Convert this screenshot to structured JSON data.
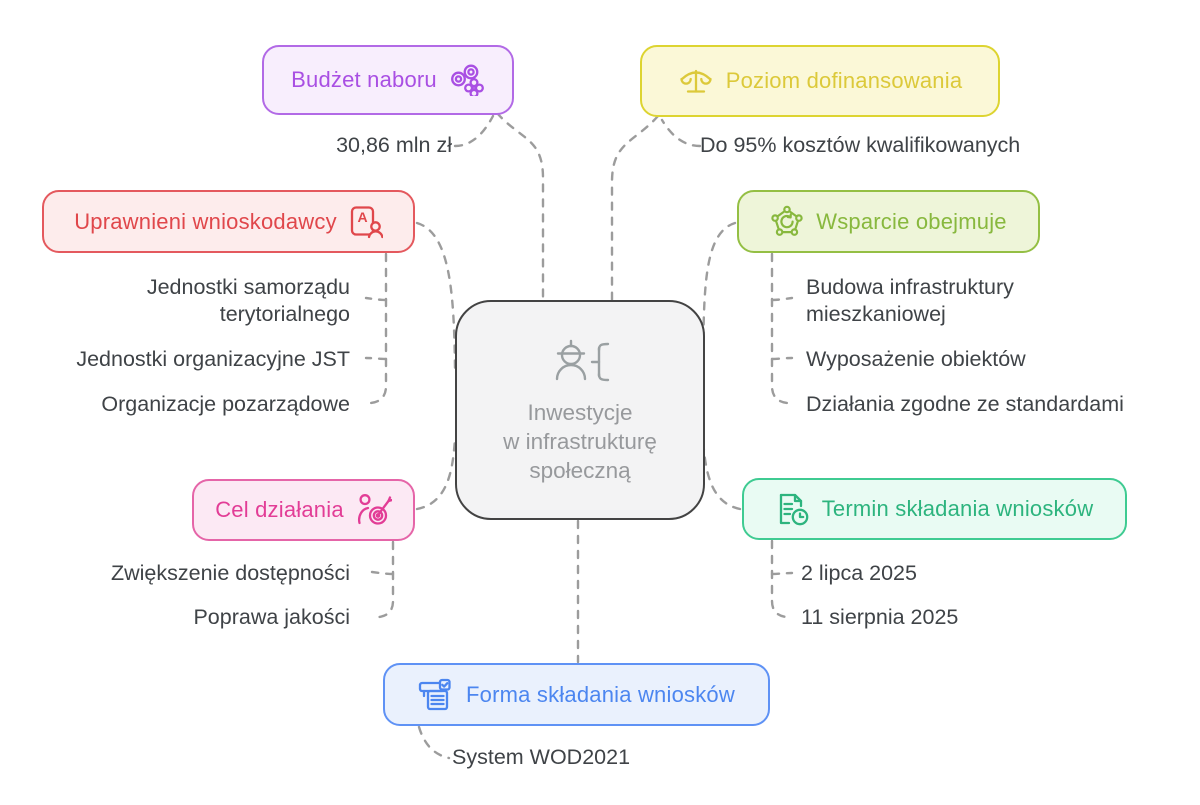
{
  "central": {
    "title": "Inwestycje\nw infrastrukturę\nspołeczną",
    "icon": "worker-icon"
  },
  "branches": {
    "budget": {
      "label": "Budżet naboru",
      "icon": "coins-icon",
      "value": "30,86 mln zł"
    },
    "cofinancing": {
      "label": "Poziom dofinansowania",
      "icon": "scale-icon",
      "value": "Do 95% kosztów kwalifikowanych"
    },
    "applicants": {
      "label": "Uprawnieni wnioskodawcy",
      "icon": "id-card-icon",
      "items": [
        "Jednostki samorządu\nterytorialnego",
        "Jednostki organizacyjne JST",
        "Organizacje pozarządowe"
      ]
    },
    "support": {
      "label": "Wsparcie obejmuje",
      "icon": "network-icon",
      "items": [
        "Budowa infrastruktury\nmieszkaniowej",
        "Wyposażenie obiektów",
        "Działania zgodne ze standardami"
      ]
    },
    "goal": {
      "label": "Cel działania",
      "icon": "person-target-icon",
      "items": [
        "Zwiększenie dostępności",
        "Poprawa jakości"
      ]
    },
    "deadline": {
      "label": "Termin składania wniosków",
      "icon": "document-clock-icon",
      "items": [
        "2 lipca 2025",
        "11 sierpnia 2025"
      ]
    },
    "form": {
      "label": "Forma składania wniosków",
      "icon": "form-icon",
      "value": "System WOD2021"
    }
  },
  "palette": {
    "budget": {
      "border": "#b26ae6",
      "bg": "#f8eefd",
      "text": "#a94fe3"
    },
    "cofinancing": {
      "border": "#ddd431",
      "bg": "#fbf8d7",
      "text": "#dcc93a"
    },
    "applicants": {
      "border": "#e4595e",
      "bg": "#fdecec",
      "text": "#e0474b"
    },
    "support": {
      "border": "#94bf44",
      "bg": "#eef5d9",
      "text": "#88b83e"
    },
    "goal": {
      "border": "#e565a8",
      "bg": "#fce9f4",
      "text": "#e23d96"
    },
    "deadline": {
      "border": "#3fcb92",
      "bg": "#e9fbf3",
      "text": "#2db47e"
    },
    "form": {
      "border": "#5f92f5",
      "bg": "#eaf1fd",
      "text": "#4c86f0"
    },
    "central": {
      "border": "#434343",
      "bg": "#f3f3f4",
      "text": "#97999c"
    },
    "connector": "#9c9c9c",
    "value_text": "#3f4347"
  }
}
